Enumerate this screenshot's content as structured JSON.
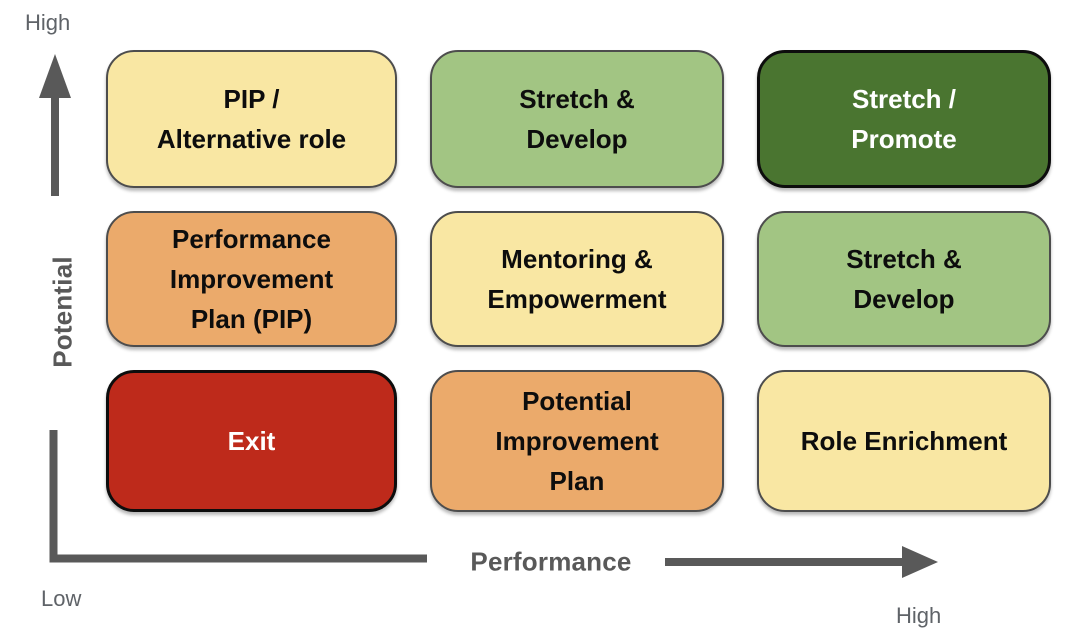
{
  "diagram": {
    "type": "nine-box-talent-matrix",
    "y_axis": {
      "title": "Potential",
      "high_label": "High",
      "low_label": "Low"
    },
    "x_axis": {
      "title": "Performance",
      "high_label": "High",
      "low_label": "Low"
    },
    "cells": [
      {
        "label": "PIP /\nAlternative role",
        "variant": "yellow",
        "potential": "high",
        "performance": "low"
      },
      {
        "label": "Stretch &\nDevelop",
        "variant": "green",
        "potential": "high",
        "performance": "medium"
      },
      {
        "label": "Stretch /\nPromote",
        "variant": "darkgreen",
        "potential": "high",
        "performance": "high"
      },
      {
        "label": "Performance\nImprovement\nPlan (PIP)",
        "variant": "orange",
        "potential": "medium",
        "performance": "low"
      },
      {
        "label": "Mentoring &\nEmpowerment",
        "variant": "yellow",
        "potential": "medium",
        "performance": "medium"
      },
      {
        "label": "Stretch &\nDevelop",
        "variant": "green",
        "potential": "medium",
        "performance": "high"
      },
      {
        "label": "Exit",
        "variant": "red",
        "potential": "low",
        "performance": "low"
      },
      {
        "label": "Potential\nImprovement\nPlan",
        "variant": "orange",
        "potential": "low",
        "performance": "medium"
      },
      {
        "label": "Role Enrichment",
        "variant": "yellow",
        "potential": "low",
        "performance": "high"
      }
    ],
    "colors": {
      "yellow": {
        "fill": "#F9E7A3",
        "border": "#4d4d4d",
        "text": "#0d0d0d",
        "border_width": 2
      },
      "green": {
        "fill": "#A2C583",
        "border": "#4d4d4d",
        "text": "#0d0d0d",
        "border_width": 2
      },
      "darkgreen": {
        "fill": "#4A7530",
        "border": "#0d0d0d",
        "text": "#ffffff",
        "border_width": 3
      },
      "orange": {
        "fill": "#EBAA6B",
        "border": "#4d4d4d",
        "text": "#0d0d0d",
        "border_width": 2
      },
      "red": {
        "fill": "#BE2A1B",
        "border": "#0d0d0d",
        "text": "#ffffff",
        "border_width": 3
      },
      "axis": "#595959",
      "axis_end_label": "#5f6368"
    }
  }
}
